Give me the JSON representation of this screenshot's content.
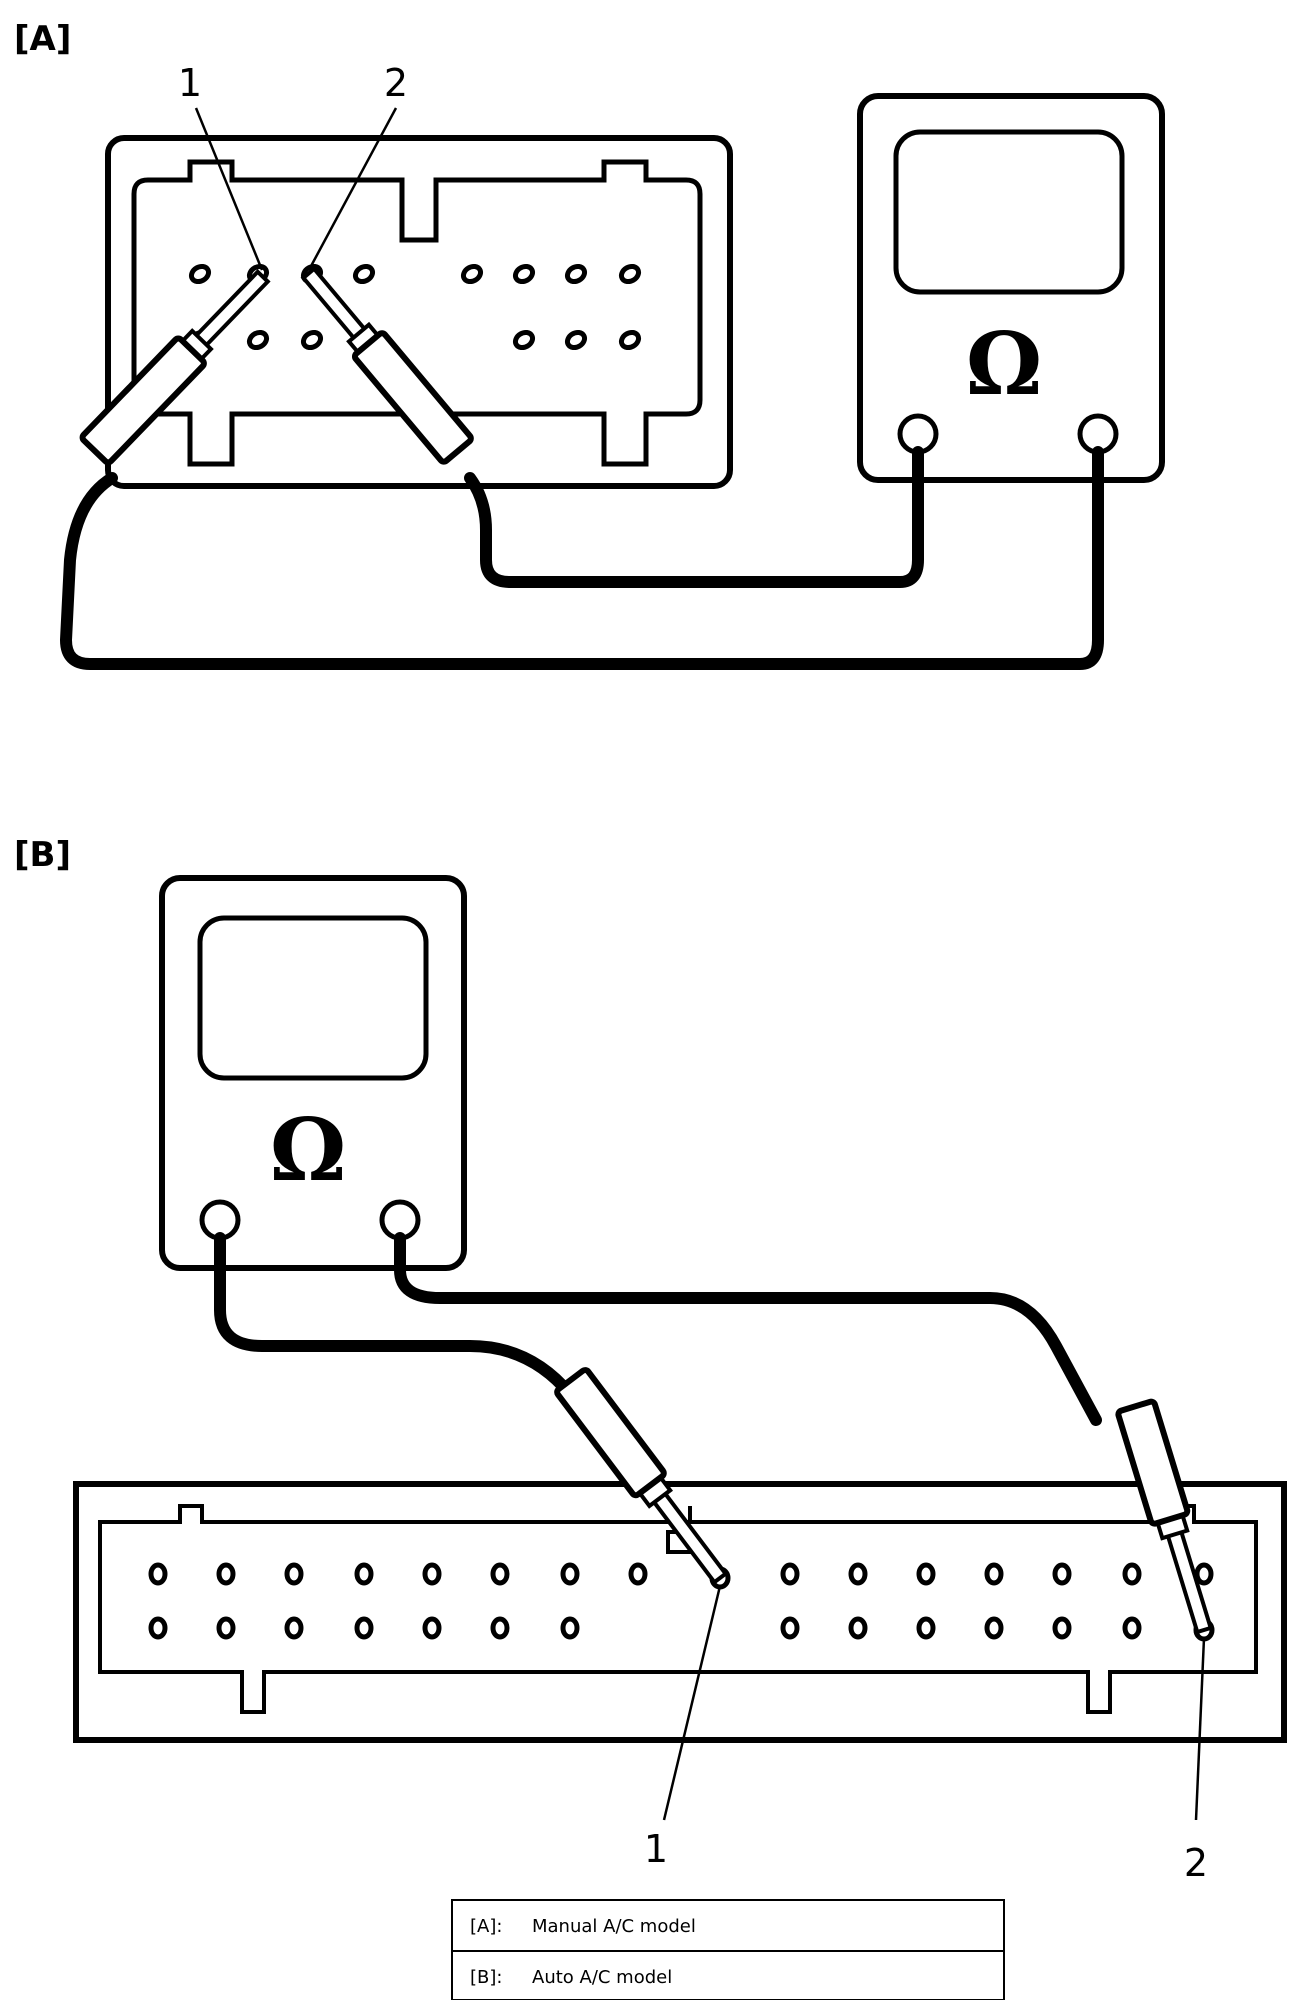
{
  "panel_a": {
    "tag": "[A]",
    "pin_1_label": "1",
    "pin_2_label": "2",
    "meter_symbol": "Ω"
  },
  "panel_b": {
    "tag": "[B]",
    "pin_1_label": "1",
    "pin_2_label": "2",
    "meter_symbol": "Ω"
  },
  "legend": [
    {
      "key": "[A]:",
      "text": "Manual A/C model"
    },
    {
      "key": "[B]:",
      "text": "Auto A/C model"
    }
  ],
  "icons": [
    "ohmmeter-icon",
    "connector-icon",
    "test-probe-icon"
  ]
}
